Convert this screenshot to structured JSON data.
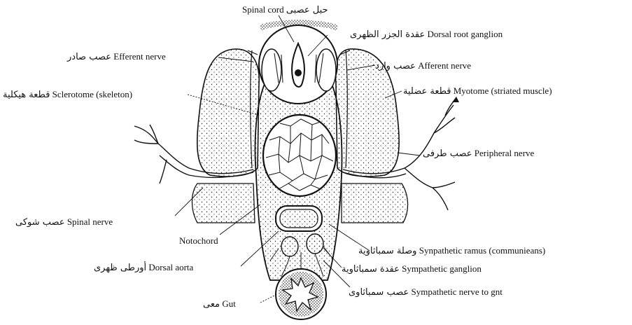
{
  "labels": {
    "spinal_cord": {
      "ar": "حبل عصبى",
      "en": "Spinal cord"
    },
    "dorsal_root_ganglion": {
      "ar": "عقدة الجزر الظهرى",
      "en": "Dorsal root ganglion"
    },
    "efferent_nerve": {
      "ar": "عصب صادر",
      "en": "Efferent nerve"
    },
    "afferent_nerve": {
      "ar": "عصب وارد",
      "en": "Afferent nerve"
    },
    "sclerotome": {
      "ar": "قطعة هيكلية",
      "en": "Sclerotome (skeleton)"
    },
    "myotome": {
      "ar": "قطعة عضلية",
      "en": "Myotome (striated muscle)"
    },
    "peripheral_nerve": {
      "ar": "عصب طرفى",
      "en": "Peripheral nerve"
    },
    "spinal_nerve": {
      "ar": "عصب شوكى",
      "en": "Spinal nerve"
    },
    "notochord": {
      "en": "Notochord"
    },
    "sympathetic_ramus": {
      "ar": "وصلة سمباثاوية",
      "en": "Synpathetic ramus (communieans)"
    },
    "dorsal_aorta": {
      "ar": "أورطى ظهرى",
      "en": "Dorsal aorta"
    },
    "sympathetic_ganglion": {
      "ar": "عقدة سمباثاوية",
      "en": "Sympathetic ganglion"
    },
    "sympathetic_nerve_to_gut": {
      "ar": "عصب سمباثاوى",
      "en": "Sympathetic nerve to gnt"
    },
    "gut": {
      "ar": "معى",
      "en": "Gut"
    }
  }
}
